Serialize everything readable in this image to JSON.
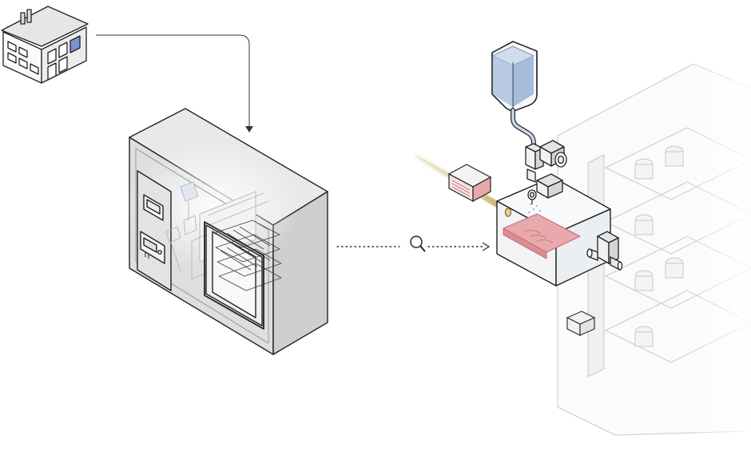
{
  "diagram": {
    "nodes": [
      {
        "id": "building",
        "icon": "building-icon"
      },
      {
        "id": "incubator-cabinet",
        "icon": "incubator-cabinet"
      },
      {
        "id": "magnifier",
        "icon": "magnifier-icon"
      },
      {
        "id": "sample-chamber-detail",
        "icon": "sample-chamber"
      }
    ],
    "edges": [
      {
        "from": "building",
        "to": "incubator-cabinet",
        "style": "solid-arrow"
      },
      {
        "from": "incubator-cabinet",
        "to": "sample-chamber-detail",
        "style": "dotted-arrow"
      }
    ],
    "colors": {
      "stroke": "#222222",
      "cabinet_face": "#dedede",
      "cabinet_side": "#cfcfcf",
      "cabinet_top": "#e9e9e9",
      "liquid_blue": "#b9cbe3",
      "heater_pink": "#e9a9ac",
      "tube_gold": "#c9b26b",
      "glass": "#f4f6f8",
      "window_accent": "#7a95c9"
    }
  }
}
